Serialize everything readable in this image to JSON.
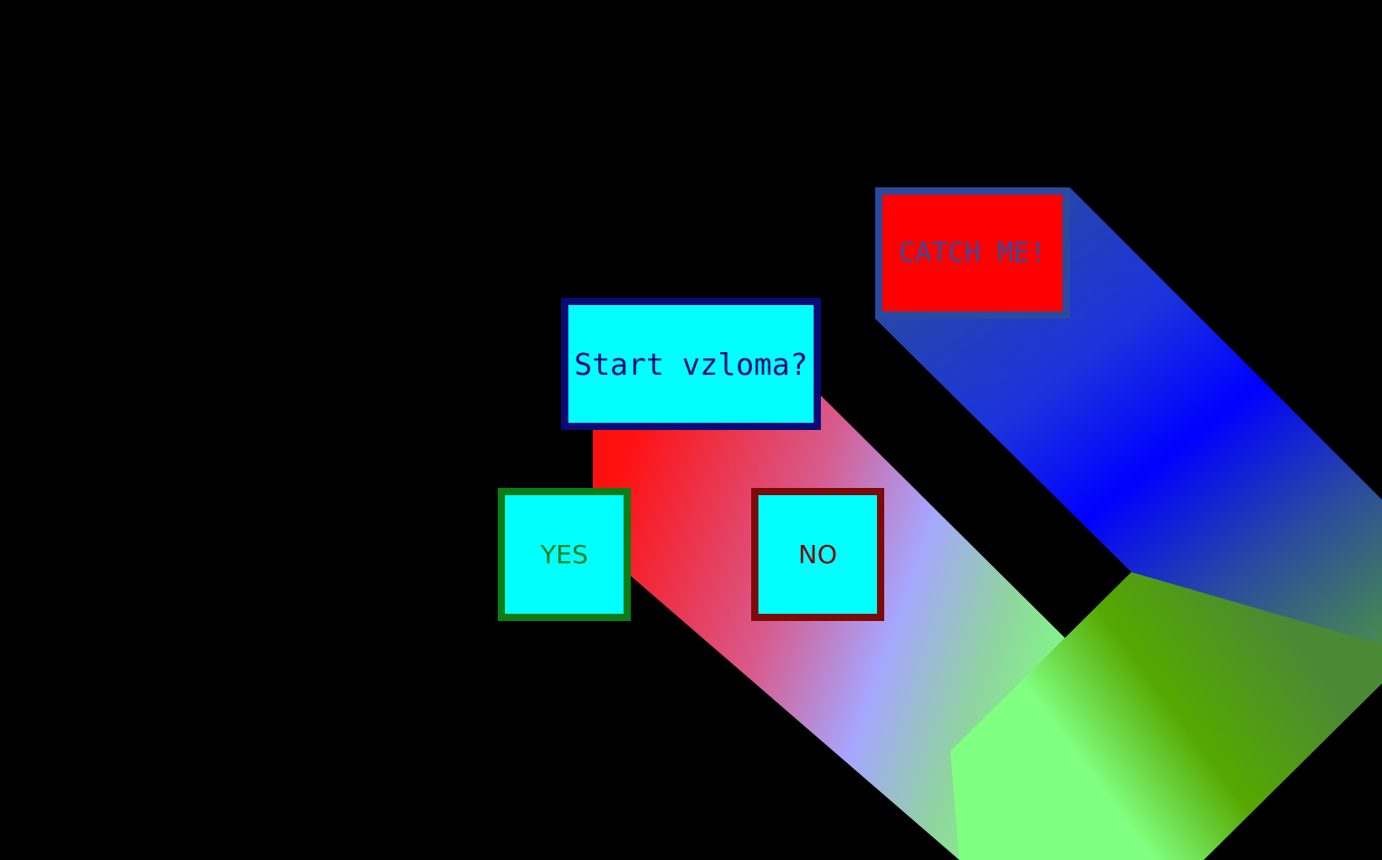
{
  "prompt": {
    "title": "Start vzloma?"
  },
  "buttons": {
    "yes_label": "YES",
    "no_label": "NO",
    "catch_label": "CATCH ME!"
  },
  "colors": {
    "background": "#000000",
    "box_fill": "#00ffff",
    "title_border": "#0a0a78",
    "yes_border": "#0b7d14",
    "no_border": "#7d0a0a",
    "catch_fill": "#ff0000",
    "catch_border": "#2a4aa0"
  }
}
